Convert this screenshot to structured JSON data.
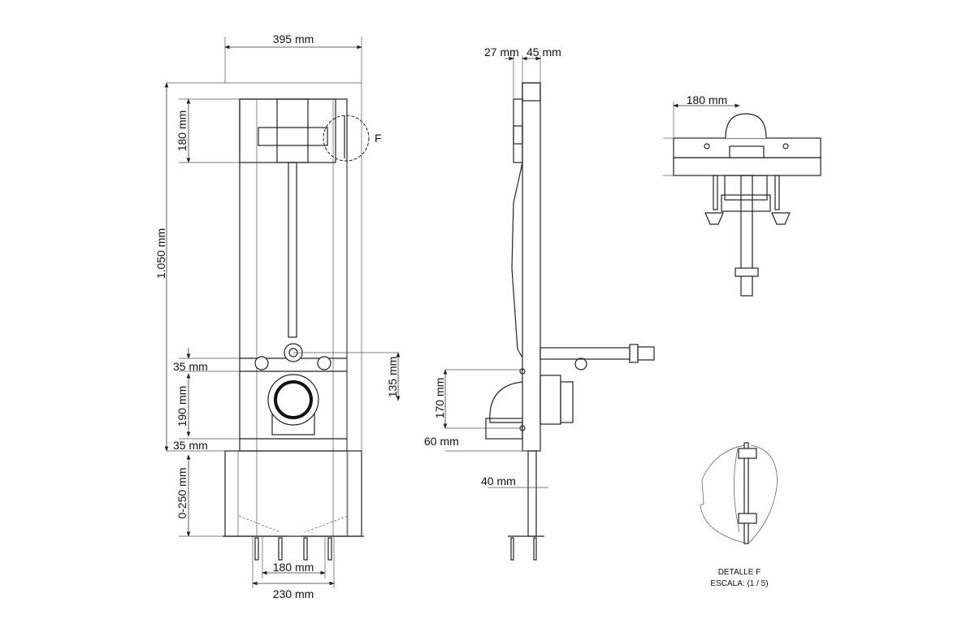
{
  "front_view": {
    "width_total": "395 mm",
    "height_total": "1.050 mm",
    "top_box_height": "180 mm",
    "upper_bar": "35 mm",
    "drain_span": "190 mm",
    "lower_bar": "35 mm",
    "leg_range": "0-250 mm",
    "inner_legs": "180 mm",
    "outer_legs": "230 mm",
    "inlet_offset": "135 mm",
    "detail_marker": "F"
  },
  "side_view": {
    "depth_a": "27 mm",
    "depth_b": "45 mm",
    "drain_height": "170 mm",
    "drain_offset": "60 mm",
    "leg_offset": "40 mm"
  },
  "top_view": {
    "width": "180 mm"
  },
  "detail": {
    "title": "DETALLE F",
    "scale": "ESCALA: (1 / 5)"
  }
}
